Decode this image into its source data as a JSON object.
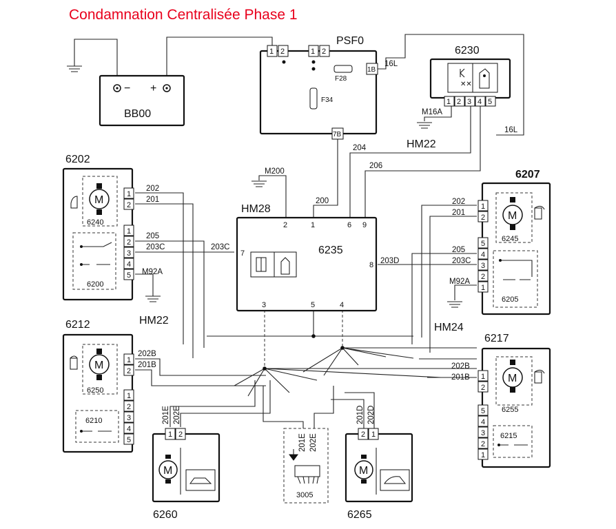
{
  "title": "Condamnation Centralisée Phase 1",
  "components": {
    "battery": {
      "id": "BB00",
      "minus": "−",
      "plus": "+"
    },
    "fusebox": {
      "id": "PSF0",
      "fuse_a": "F28",
      "fuse_b": "F34",
      "pins_1": [
        "1",
        "2"
      ],
      "pins_2": [
        "1",
        "2"
      ],
      "pin_1b": "1B",
      "pin_7b": "7B"
    },
    "switch_6230": {
      "id": "6230",
      "pins": [
        "1",
        "2",
        "3",
        "4",
        "5"
      ],
      "ground": "M16A",
      "wire_16l": "16L",
      "wire_16l_top": "16L",
      "ground_label": "HM22"
    },
    "ecu": {
      "id": "6235",
      "connector": "HM28",
      "ground": "M200",
      "pins": {
        "p2": "2",
        "p1": "1",
        "p6": "6",
        "p9": "9",
        "p7": "7",
        "p8": "8",
        "p3": "3",
        "p5": "5",
        "p4": "4"
      }
    },
    "door_6202": {
      "id": "6202",
      "motor": "6240",
      "switch": "6200",
      "pins_a": [
        "1",
        "2"
      ],
      "pins_b": [
        "1",
        "2",
        "3",
        "4",
        "5"
      ],
      "ground": "M92A",
      "ground_label": "HM22",
      "motor_symbol": "M"
    },
    "door_6207": {
      "id": "6207",
      "motor": "6245",
      "switch": "6205",
      "pins_a": [
        "1",
        "2"
      ],
      "pins_b": [
        "5",
        "4",
        "3",
        "2",
        "1"
      ],
      "ground": "M92A",
      "connector": "HM24",
      "motor_symbol": "M"
    },
    "door_6212": {
      "id": "6212",
      "motor": "6250",
      "switch": "6210",
      "pins_a": [
        "1",
        "2"
      ],
      "pins_b": [
        "1",
        "2",
        "3",
        "4",
        "5"
      ],
      "motor_symbol": "M"
    },
    "door_6217": {
      "id": "6217",
      "motor": "6255",
      "switch": "6215",
      "pins_a": [
        "1",
        "2"
      ],
      "pins_b": [
        "5",
        "4",
        "3",
        "2",
        "1"
      ],
      "motor_symbol": "M"
    },
    "motor_6260": {
      "id": "6260",
      "pins": [
        "1",
        "2"
      ],
      "wires": [
        "201E",
        "202E"
      ],
      "motor_symbol": "M"
    },
    "motor_6265": {
      "id": "6265",
      "pins": [
        "2",
        "1"
      ],
      "wires": [
        "201D",
        "202D"
      ],
      "motor_symbol": "M"
    },
    "light_3005": {
      "id": "3005",
      "wires": [
        "201E",
        "202E"
      ]
    }
  },
  "wires": {
    "w200": "200",
    "w204": "204",
    "w206": "206",
    "w202": "202",
    "w201": "201",
    "w205": "205",
    "w203C": "203C",
    "w202_r": "202",
    "w201_r": "201",
    "w205_r": "205",
    "w203C_r": "203C",
    "w203D": "203D",
    "w203C_ecu": "203C",
    "w202B": "202B",
    "w201B": "201B",
    "w202B_r": "202B",
    "w201B_r": "201B"
  }
}
